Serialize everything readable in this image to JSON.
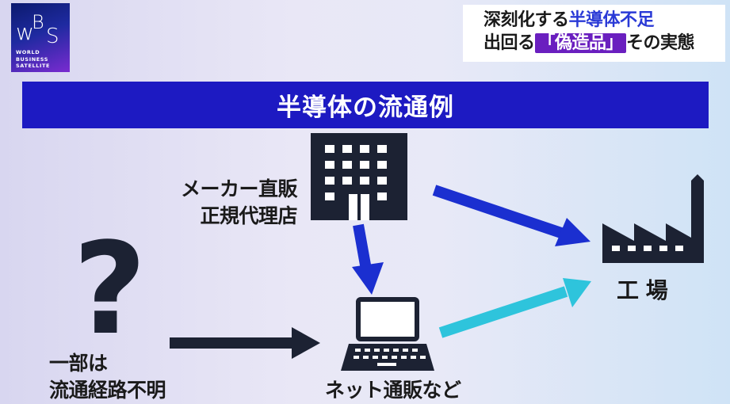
{
  "logo": {
    "letters": "WBS",
    "subtitle_lines": [
      "WORLD",
      "BUSINESS",
      "SATELLITE"
    ]
  },
  "headline": {
    "line1_prefix": "深刻化する",
    "line1_highlight": "半導体不足",
    "line2_prefix": "出回る",
    "line2_highlight": "「偽造品」",
    "line2_suffix": "その実態"
  },
  "diagram": {
    "title": "半導体の流通例",
    "nodes": {
      "maker": {
        "label_lines": [
          "メーカー直販",
          "正規代理店"
        ],
        "icon": "office-building-icon"
      },
      "unknown": {
        "label_lines": [
          "一部は",
          "流通経路不明"
        ],
        "icon": "question-mark-icon"
      },
      "online": {
        "label": "ネット通販など",
        "icon": "laptop-icon"
      },
      "factory": {
        "label": "工 場",
        "icon": "factory-icon"
      }
    },
    "edges": [
      {
        "from": "maker",
        "to": "factory",
        "color": "#1b2fd0"
      },
      {
        "from": "maker",
        "to": "online",
        "color": "#1b2fd0"
      },
      {
        "from": "unknown",
        "to": "online",
        "color": "#1c2233"
      },
      {
        "from": "online",
        "to": "factory",
        "color": "#2ec4dc"
      }
    ]
  }
}
